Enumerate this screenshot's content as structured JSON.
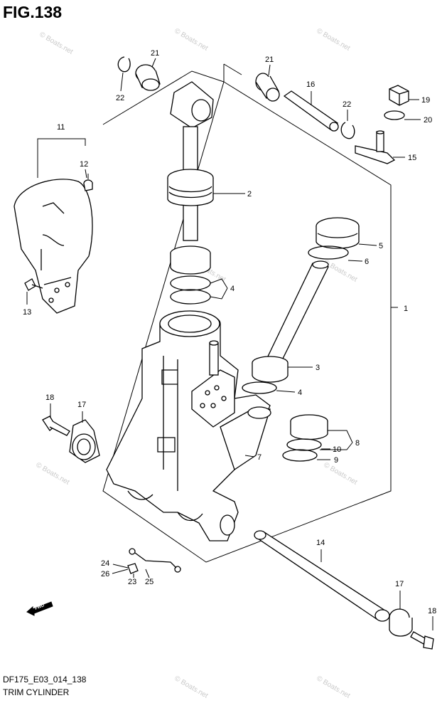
{
  "figure": {
    "title": "FIG.138",
    "code": "DF175_E03_014_138",
    "name": "TRIM CYLINDER"
  },
  "watermark": "© Boats.net",
  "direction_label": "FWD",
  "callouts": {
    "c1": "1",
    "c2": "2",
    "c3": "3",
    "c4a": "4",
    "c4b": "4",
    "c5": "5",
    "c6": "6",
    "c7": "7",
    "c8": "8",
    "c9": "9",
    "c10": "10",
    "c11": "11",
    "c12": "12",
    "c13": "13",
    "c14": "14",
    "c15": "15",
    "c16": "16",
    "c17a": "17",
    "c17b": "17",
    "c18a": "18",
    "c18b": "18",
    "c19": "19",
    "c20": "20",
    "c21a": "21",
    "c21b": "21",
    "c22a": "22",
    "c22b": "22",
    "c23": "23",
    "c24": "24",
    "c25": "25",
    "c26": "26"
  }
}
